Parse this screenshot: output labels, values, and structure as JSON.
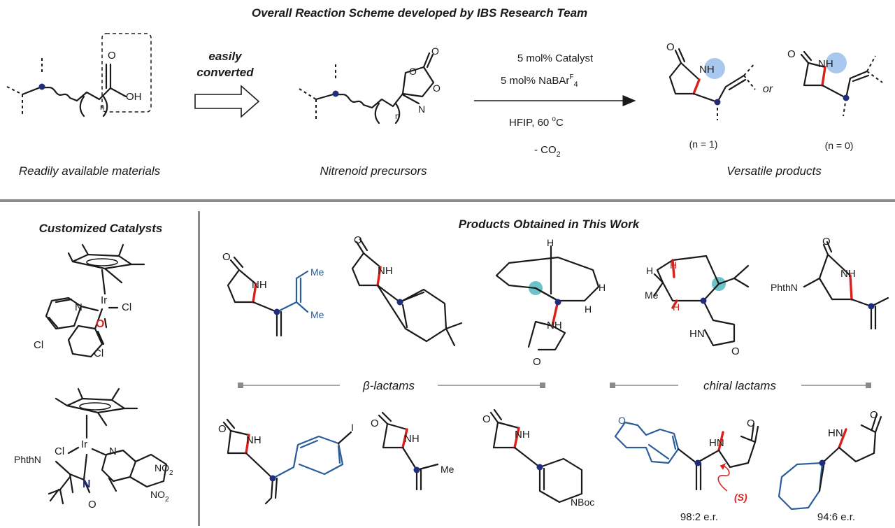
{
  "header": {
    "title": "Overall Reaction Scheme developed by IBS Research Team"
  },
  "scheme": {
    "arrow_label_line1": "easily",
    "arrow_label_line2": "converted",
    "conditions": {
      "line1": "5 mol% Catalyst",
      "line2": "5 mol% NaBAr",
      "line2_sup": "F",
      "line2_sub": "4",
      "line3": "HFIP, 60 ",
      "line3_sup": "o",
      "line3_end": "C",
      "line4": "- CO",
      "line4_sub": "2"
    },
    "atoms": {
      "O": "O",
      "OH": "OH",
      "NH": "NH",
      "N": "N",
      "n": "n",
      "or": "or"
    },
    "n1": "(n = 1)",
    "n0": "(n = 0)",
    "captions": {
      "left": "Readily available materials",
      "middle": "Nitrenoid precursors",
      "right": "Versatile products"
    }
  },
  "catalysts": {
    "title": "Customized Catalysts",
    "atoms": {
      "Ir": "Ir",
      "Cl": "Cl",
      "N": "N",
      "O": "O",
      "PhthN": "PhthN",
      "NO2": "NO",
      "sub2": "2"
    }
  },
  "products": {
    "title": "Products Obtained in This Work",
    "labels": {
      "Me": "Me",
      "NH": "NH",
      "HN": "HN",
      "O": "O",
      "H": "H",
      "PhthN": "PhthN",
      "I": "I",
      "NBoc": "NBoc",
      "S": "(S)"
    },
    "divider_left": "β-lactams",
    "divider_right": "chiral lactams",
    "er1": "98:2 e.r.",
    "er2": "94:6 e.r."
  },
  "colors": {
    "text": "#1a1a1a",
    "red_bond": "#d9201a",
    "blue_dot": "#1f2d7a",
    "blue_highlight": "#a9c8ee",
    "teal_highlight": "#6cc3c9",
    "blue_ring": "#2a5d9a",
    "separator": "#8a8a8a"
  }
}
